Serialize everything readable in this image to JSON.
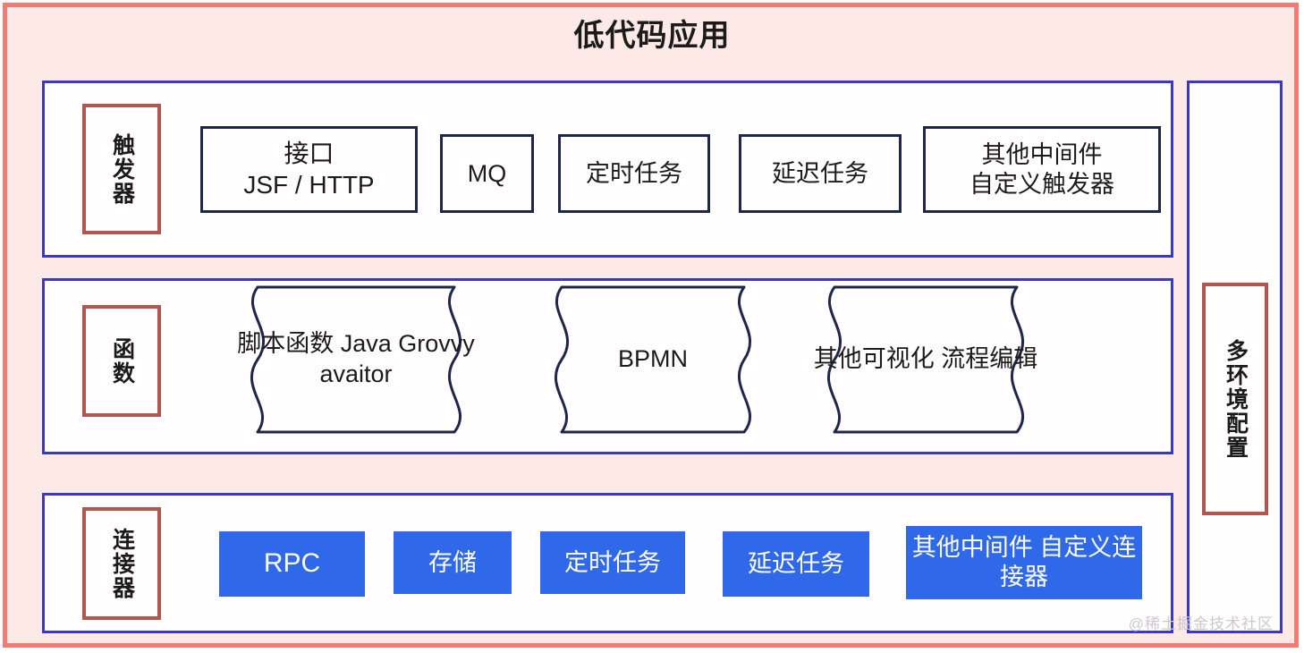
{
  "diagram": {
    "title": "低代码应用",
    "watermark": "@稀土掘金技术社区",
    "colors": {
      "outer_border": "#f57a74",
      "outer_fill": "#fdeae7",
      "layer_border": "#3b39c4",
      "category_border": "#b0574f",
      "chip_border": "#1e2747",
      "connector_fill": "#2f68e8",
      "text": "#1b1b1b"
    },
    "layers": [
      {
        "id": "trigger",
        "category": "触发器",
        "items": [
          {
            "id": "interface",
            "line1": "接口",
            "line2": "JSF /  HTTP",
            "style": "outlined"
          },
          {
            "id": "mq",
            "line1": "MQ",
            "line2": "",
            "style": "outlined"
          },
          {
            "id": "cron",
            "line1": "定时任务",
            "line2": "",
            "style": "outlined"
          },
          {
            "id": "delay",
            "line1": "延迟任务",
            "line2": "",
            "style": "outlined"
          },
          {
            "id": "other-middleware",
            "line1": "其他中间件",
            "line2": "自定义触发器",
            "style": "outlined"
          }
        ]
      },
      {
        "id": "function",
        "category": "函数",
        "items": [
          {
            "id": "script",
            "line1": "脚本函数",
            "line2": "Java",
            "line3": "Grovvy",
            "line4": "avaitor",
            "style": "wave"
          },
          {
            "id": "bpmn",
            "line1": "BPMN",
            "line2": "",
            "style": "wave"
          },
          {
            "id": "other-visual",
            "line1": "其他可视化",
            "line2": "流程编辑",
            "style": "wave"
          }
        ]
      },
      {
        "id": "connector",
        "category": "连接器",
        "items": [
          {
            "id": "rpc",
            "line1": "RPC",
            "line2": "",
            "style": "filled"
          },
          {
            "id": "storage",
            "line1": "存储",
            "line2": "",
            "style": "filled"
          },
          {
            "id": "cron",
            "line1": "定时任务",
            "line2": "",
            "style": "filled"
          },
          {
            "id": "delay",
            "line1": "延迟任务",
            "line2": "",
            "style": "filled"
          },
          {
            "id": "other-middleware",
            "line1": "其他中间件",
            "line2": "自定义连接器",
            "style": "filled"
          }
        ]
      }
    ],
    "side_panel": {
      "category": "多环境配置"
    }
  }
}
